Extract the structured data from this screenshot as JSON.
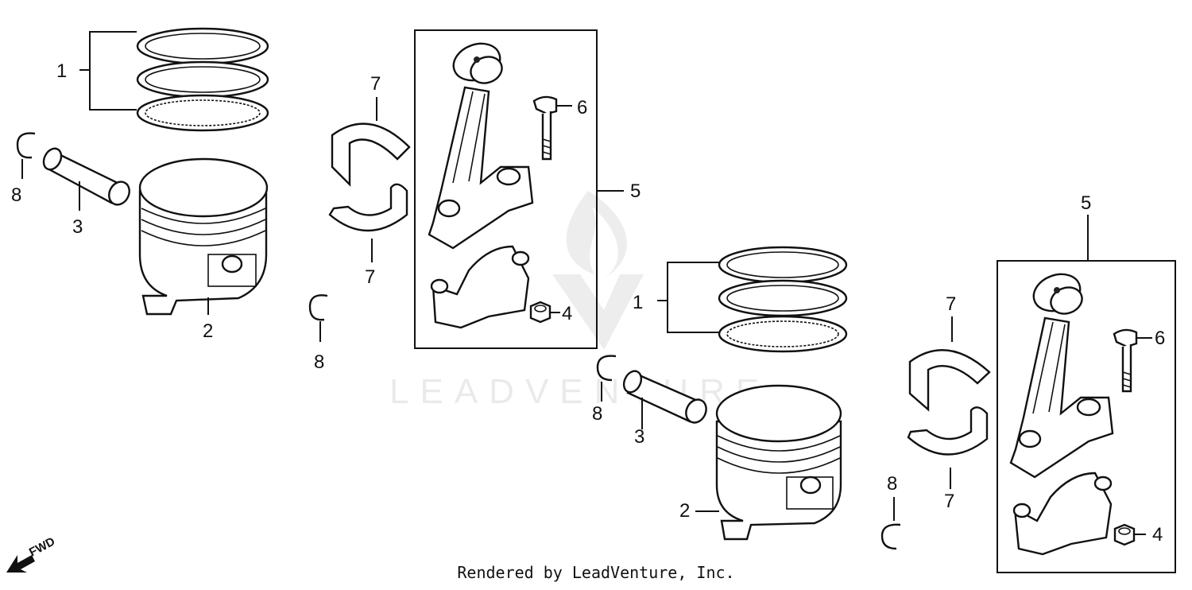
{
  "diagram": {
    "callouts": {
      "left_rings": "1",
      "left_piston": "2",
      "left_pin": "3",
      "left_clip_top": "8",
      "left_clip_mid": "8",
      "left_bearing_top": "7",
      "left_bearing_bottom": "7",
      "left_bolt": "6",
      "left_rod_assy": "5",
      "left_nut": "4",
      "right_rings": "1",
      "right_piston": "2",
      "right_pin": "3",
      "right_clip_top": "8",
      "right_clip_bottom": "8",
      "right_bearing_top": "7",
      "right_bearing_bottom": "7",
      "right_bolt": "6",
      "right_rod_assy": "5",
      "right_nut": "4"
    },
    "watermark": "LEADVENTURE",
    "fwd_label": "FWD"
  },
  "footer": {
    "credit": "Rendered by LeadVenture, Inc."
  }
}
